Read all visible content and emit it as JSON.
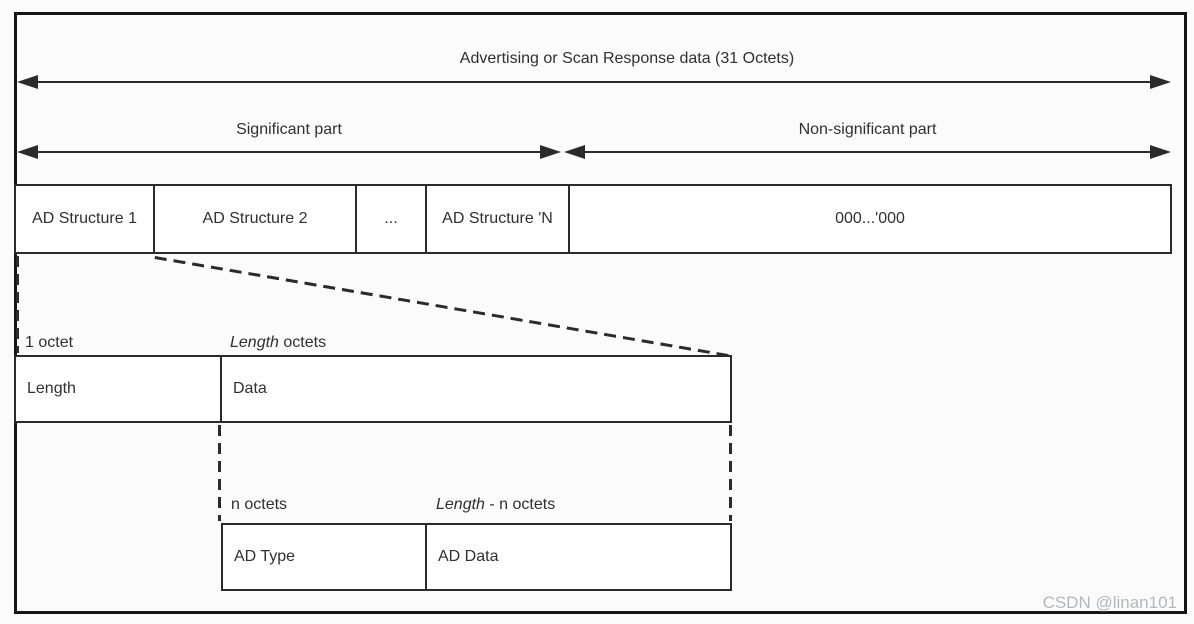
{
  "colors": {
    "line": "#2b2b2b",
    "frame": "#161616",
    "text": "#303030",
    "bg": "#fbfbfb",
    "watermark": "#b4b7ba"
  },
  "arrows": {
    "top": {
      "label": "Advertising or Scan Response data (31 Octets)"
    },
    "significant": {
      "label": "Significant part"
    },
    "non_significant": {
      "label": "Non-significant part"
    }
  },
  "structure_row": {
    "cells": [
      "AD Structure 1",
      "AD Structure 2",
      "...",
      "AD Structure 'N",
      "000...'000"
    ]
  },
  "length_data_box": {
    "size_labels": {
      "length_cell": "1 octet",
      "data_cell_italic": "Length",
      "data_cell_rest": " octets"
    },
    "cells": [
      "Length",
      "Data"
    ]
  },
  "ad_type_box": {
    "size_labels": {
      "type_cell": "n octets",
      "data_cell_italic": "Length",
      "data_cell_rest": " - n octets"
    },
    "cells": [
      "AD Type",
      "AD Data"
    ]
  },
  "watermark": "CSDN @linan101"
}
